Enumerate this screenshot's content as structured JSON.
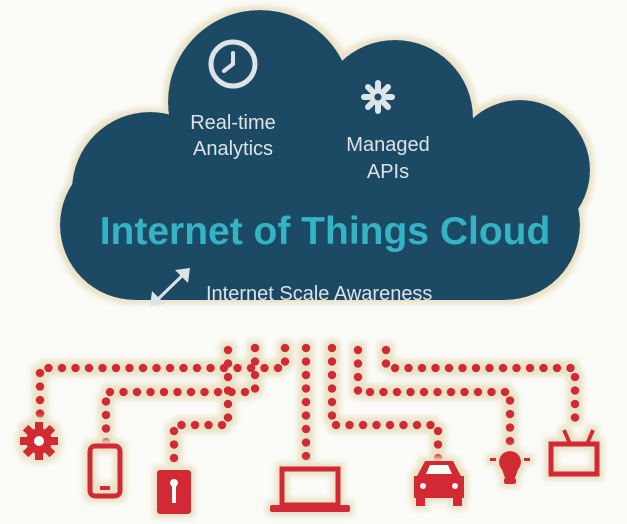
{
  "diagram": {
    "title": "Internet of Things Cloud",
    "features": {
      "analytics": [
        "Real-time",
        "Analytics"
      ],
      "apis": [
        "Managed",
        "APIs"
      ],
      "scale": "Internet Scale Awareness"
    },
    "icons": {
      "analytics": "clock-icon",
      "apis": "asterisk-icon",
      "scale": "expand-arrows-icon"
    },
    "devices": [
      "gear-icon",
      "smartphone-icon",
      "key-fob-icon",
      "laptop-icon",
      "car-icon",
      "lightbulb-icon",
      "router-icon"
    ],
    "colors": {
      "cloud": "#1c4a63",
      "title": "#33b3c4",
      "feature_text": "#dce4e8",
      "network": "#d22b36",
      "background": "#fbfbf8"
    }
  }
}
